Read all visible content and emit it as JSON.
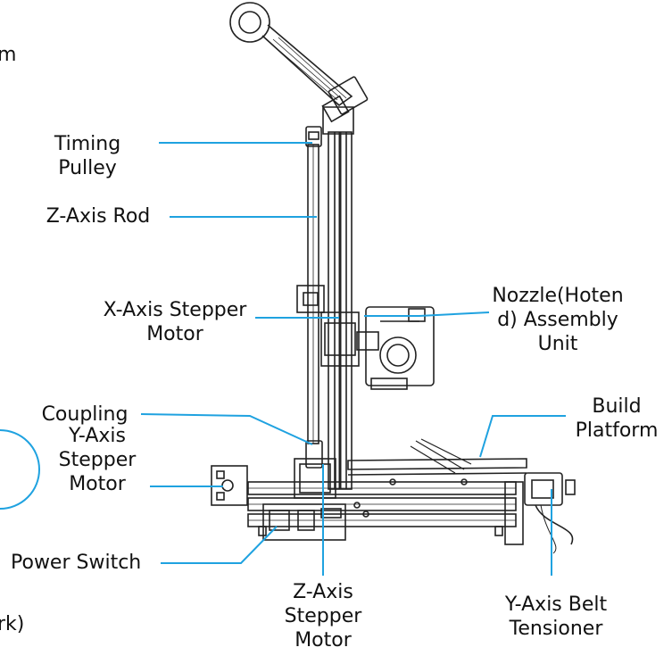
{
  "diagram": {
    "leader_color": "#1fa2e0",
    "labels": {
      "fragment_top": "m",
      "timing_pulley": "Timing\nPulley",
      "z_axis_rod": "Z-Axis Rod",
      "x_axis_stepper_motor": "X-Axis Stepper\nMotor",
      "nozzle_assembly": "Nozzle(Hoten\nd) Assembly\nUnit",
      "coupling": "Coupling",
      "build_platform": "Build\nPlatform",
      "y_axis_stepper_motor": "Y-Axis\nStepper\nMotor",
      "power_switch": "Power Switch",
      "fragment_bottom": "rk)",
      "z_axis_stepper_motor": "Z-Axis\nStepper\nMotor",
      "y_axis_belt_tensioner": "Y-Axis Belt\nTensioner"
    }
  }
}
